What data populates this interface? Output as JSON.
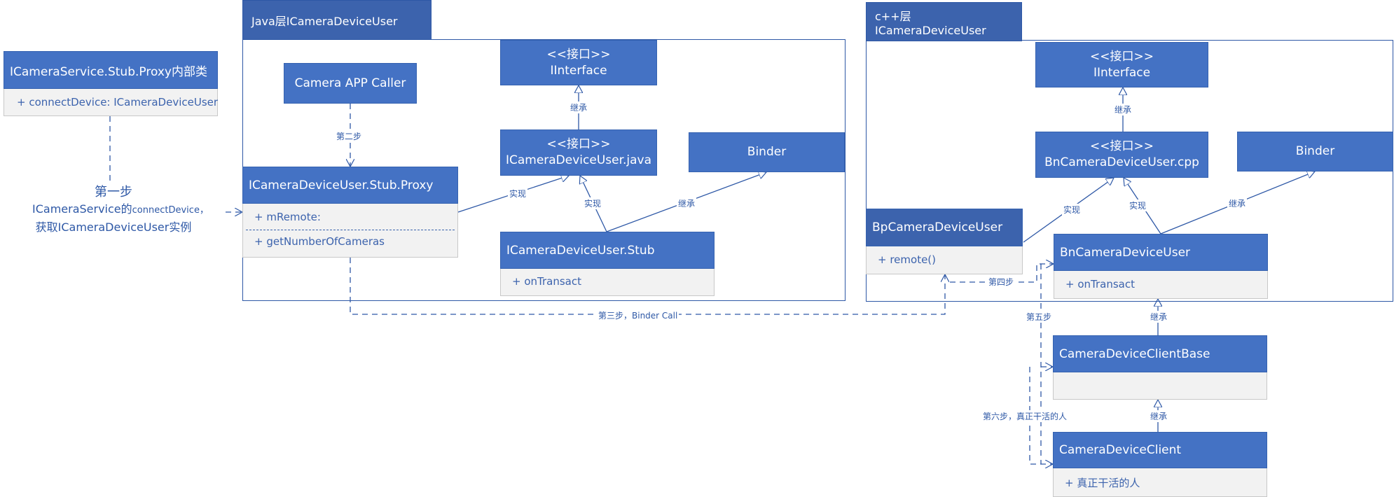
{
  "frames": {
    "java_title": "Java层ICameraDeviceUser",
    "cpp_title": "c++层ICameraDeviceUser"
  },
  "icamera_service_proxy": {
    "title": "ICameraService.Stub.Proxy内部类",
    "member": "+ connectDevice: ICameraDeviceUser"
  },
  "step1": {
    "title": "第一步",
    "line1_prefix": "ICameraService的",
    "line1_method": "connectDevice，",
    "line2": "获取ICameraDeviceUser实例"
  },
  "java": {
    "camera_app": "Camera APP Caller",
    "iinterface_stereo": "<<接口>>",
    "iinterface_name": "IInterface",
    "iface_user_stereo": "<<接口>>",
    "iface_user_name": "ICameraDeviceUser.java",
    "binder": "Binder",
    "proxy_title": "ICameraDeviceUser.Stub.Proxy",
    "proxy_member1": "+ mRemote:",
    "proxy_member2": "+ getNumberOfCameras",
    "stub_title": "ICameraDeviceUser.Stub",
    "stub_member": "+ onTransact"
  },
  "cpp": {
    "iinterface_stereo": "<<接口>>",
    "iinterface_name": "IInterface",
    "bn_iface_stereo": "<<接口>>",
    "bn_iface_name": "BnCameraDeviceUser.cpp",
    "binder": "Binder",
    "bp_title": "BpCameraDeviceUser",
    "bp_member": "+ remote()",
    "bn_title": "BnCameraDeviceUser",
    "bn_member": "+ onTransact",
    "client_base_title": "CameraDeviceClientBase",
    "client_title": "CameraDeviceClient",
    "client_member": "+ 真正干活的人"
  },
  "edge_labels": {
    "step2": "第二步",
    "inherit_java_1": "继承",
    "impl_java_proxy": "实现",
    "impl_java_stub": "实现",
    "inherit_java_binder": "继承",
    "step3": "第三步，Binder Call",
    "inherit_cpp_1": "继承",
    "impl_cpp_bp": "实现",
    "impl_cpp_bn": "实现",
    "inherit_cpp_binder": "继承",
    "step4": "第四步",
    "step5": "第五步",
    "inherit_cpp_base": "继承",
    "step6": "第六步，真正干活的人",
    "inherit_cpp_client": "继承"
  },
  "colors": {
    "box_fill": "#4472c4",
    "tab_fill": "#3c63ad",
    "line": "#2e58a6",
    "member_panel": "#f2f2f2"
  }
}
